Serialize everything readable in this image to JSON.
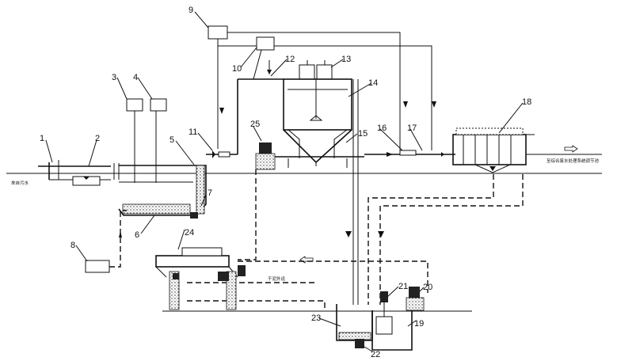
{
  "labels": {
    "n1": "1",
    "n2": "2",
    "n3": "3",
    "n4": "4",
    "n5": "5",
    "n6": "6",
    "n7": "7",
    "n8": "8",
    "n9": "9",
    "n10": "10",
    "n11": "11",
    "n12": "12",
    "n13": "13",
    "n14": "14",
    "n15": "15",
    "n16": "16",
    "n17": "17",
    "n18": "18",
    "n19": "19",
    "n20": "20",
    "n21": "21",
    "n22": "22",
    "n23": "23",
    "n24": "24",
    "n25": "25"
  },
  "notes": {
    "inlet": "來自污水",
    "outlet": "至综合废水处理系统调节池",
    "filtrate": "干泥外运"
  }
}
